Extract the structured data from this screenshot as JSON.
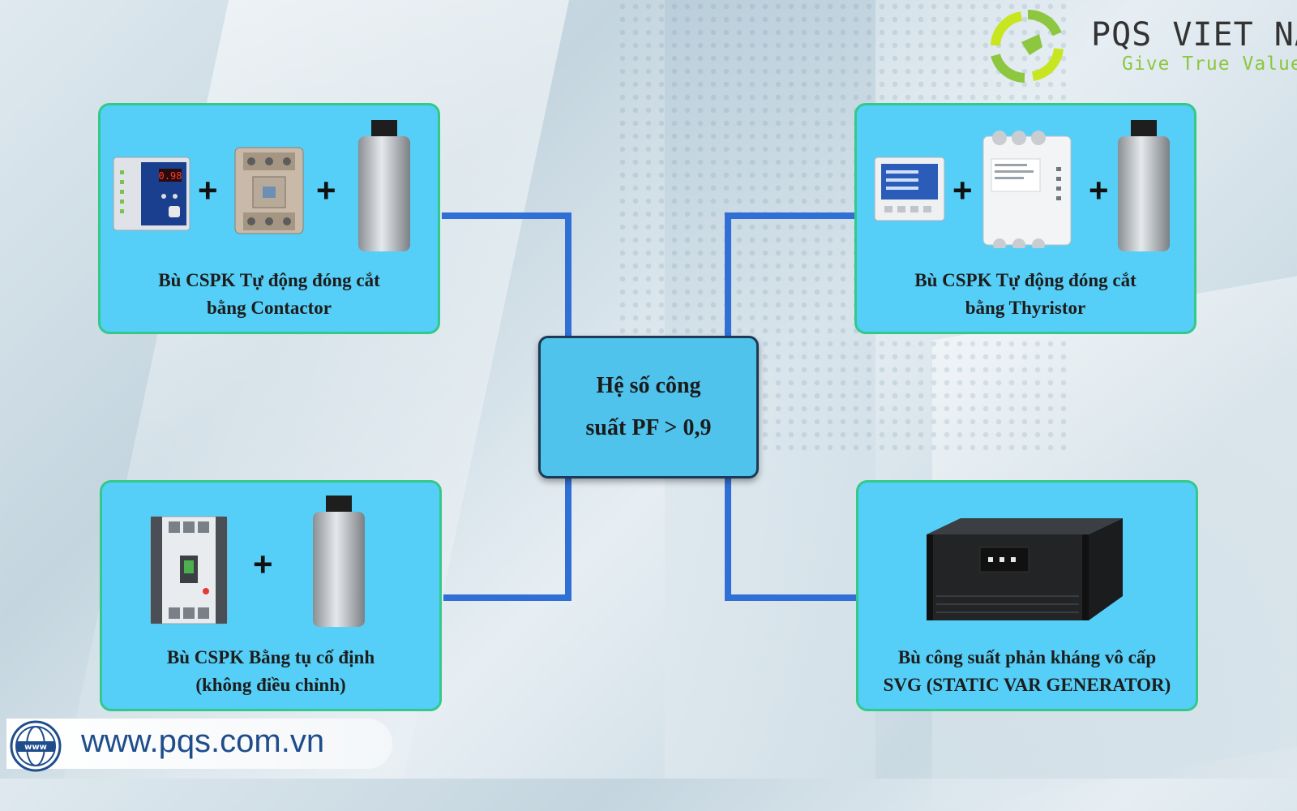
{
  "brand": {
    "name": "PQS VIET NAM",
    "slogan": "Give True Value",
    "colors": {
      "green": "#8dc63f",
      "lime": "#c8e620",
      "dark": "#333333"
    }
  },
  "center": {
    "line1": "Hệ số công",
    "line2": "suất PF > 0,9"
  },
  "cards": [
    {
      "line1": "Bù CSPK Tự động đóng cắt",
      "line2": "bằng Contactor",
      "components": [
        "pf-controller-icon",
        "contactor-icon",
        "capacitor-icon"
      ]
    },
    {
      "line1": "Bù CSPK Tự động đóng cắt",
      "line2": "bằng Thyristor",
      "components": [
        "pf-controller-icon",
        "thyristor-switch-icon",
        "capacitor-icon"
      ]
    },
    {
      "line1": "Bù CSPK Bằng tụ cố định",
      "line2": "(không điều chỉnh)",
      "components": [
        "mccb-breaker-icon",
        "capacitor-icon"
      ]
    },
    {
      "line1": "Bù công suất phản kháng vô cấp",
      "line2": "SVG (STATIC VAR GENERATOR)",
      "components": [
        "svg-rack-unit-icon"
      ]
    }
  ],
  "plus_symbol": "+",
  "website": {
    "url": "www.pqs.com.vn",
    "icon_text": "www"
  },
  "colors": {
    "card_fill": "#55cff7",
    "card_border": "#33c98a",
    "connector": "#2f6fd6",
    "center_border": "#1c3a55"
  }
}
